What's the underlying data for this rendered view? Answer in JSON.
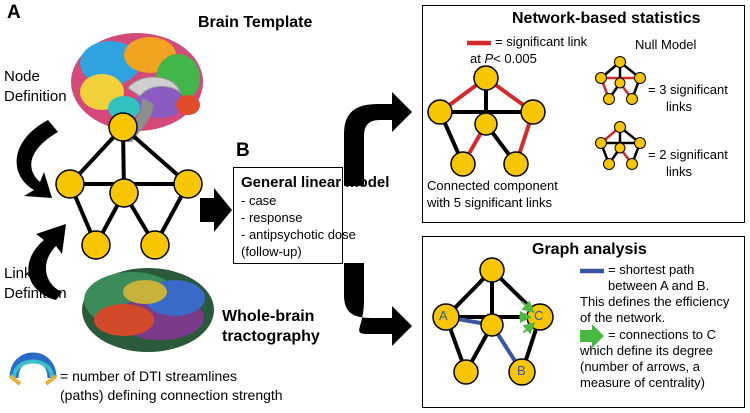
{
  "panel_a": {
    "letter": "A",
    "brain_template": "Brain Template",
    "node_definition": [
      "Node",
      "Definition"
    ],
    "link_definition": [
      "Link",
      "Definition"
    ],
    "tractography": [
      "Whole-brain",
      "tractography"
    ],
    "streamlines_note": [
      "= number of DTI streamlines",
      "(paths) defining connection strength"
    ]
  },
  "panel_b": {
    "letter": "B",
    "glm_title": "General linear model",
    "glm_items": [
      "- case",
      "- response",
      "- antipsychotic dose",
      "(follow-up)"
    ]
  },
  "nbs": {
    "title": "Network-based statistics",
    "legend": [
      "= significant link",
      "at"
    ],
    "p_label": "P",
    "p_value": "< 0.005",
    "null_model": "Null Model",
    "null1": [
      "= 3 significant",
      "links"
    ],
    "null2": [
      "= 2 significant",
      "links"
    ],
    "component": [
      "Connected component",
      "with 5 significant links"
    ]
  },
  "graph": {
    "title": "Graph analysis",
    "node_labels": [
      "A",
      "B",
      "C"
    ],
    "shortest_path": [
      "= shortest path",
      "between A and B.",
      "This defines the efficiency",
      "of the network."
    ],
    "degree": [
      "= connections to C",
      "which define its degree",
      "(number of arrows, a",
      "measure of centrality)"
    ]
  },
  "colors": {
    "node_fill": "#f7c600",
    "significant_link": "#d62a2a",
    "shortest_path": "#3a55a4",
    "degree_arrow": "#4cb944"
  }
}
